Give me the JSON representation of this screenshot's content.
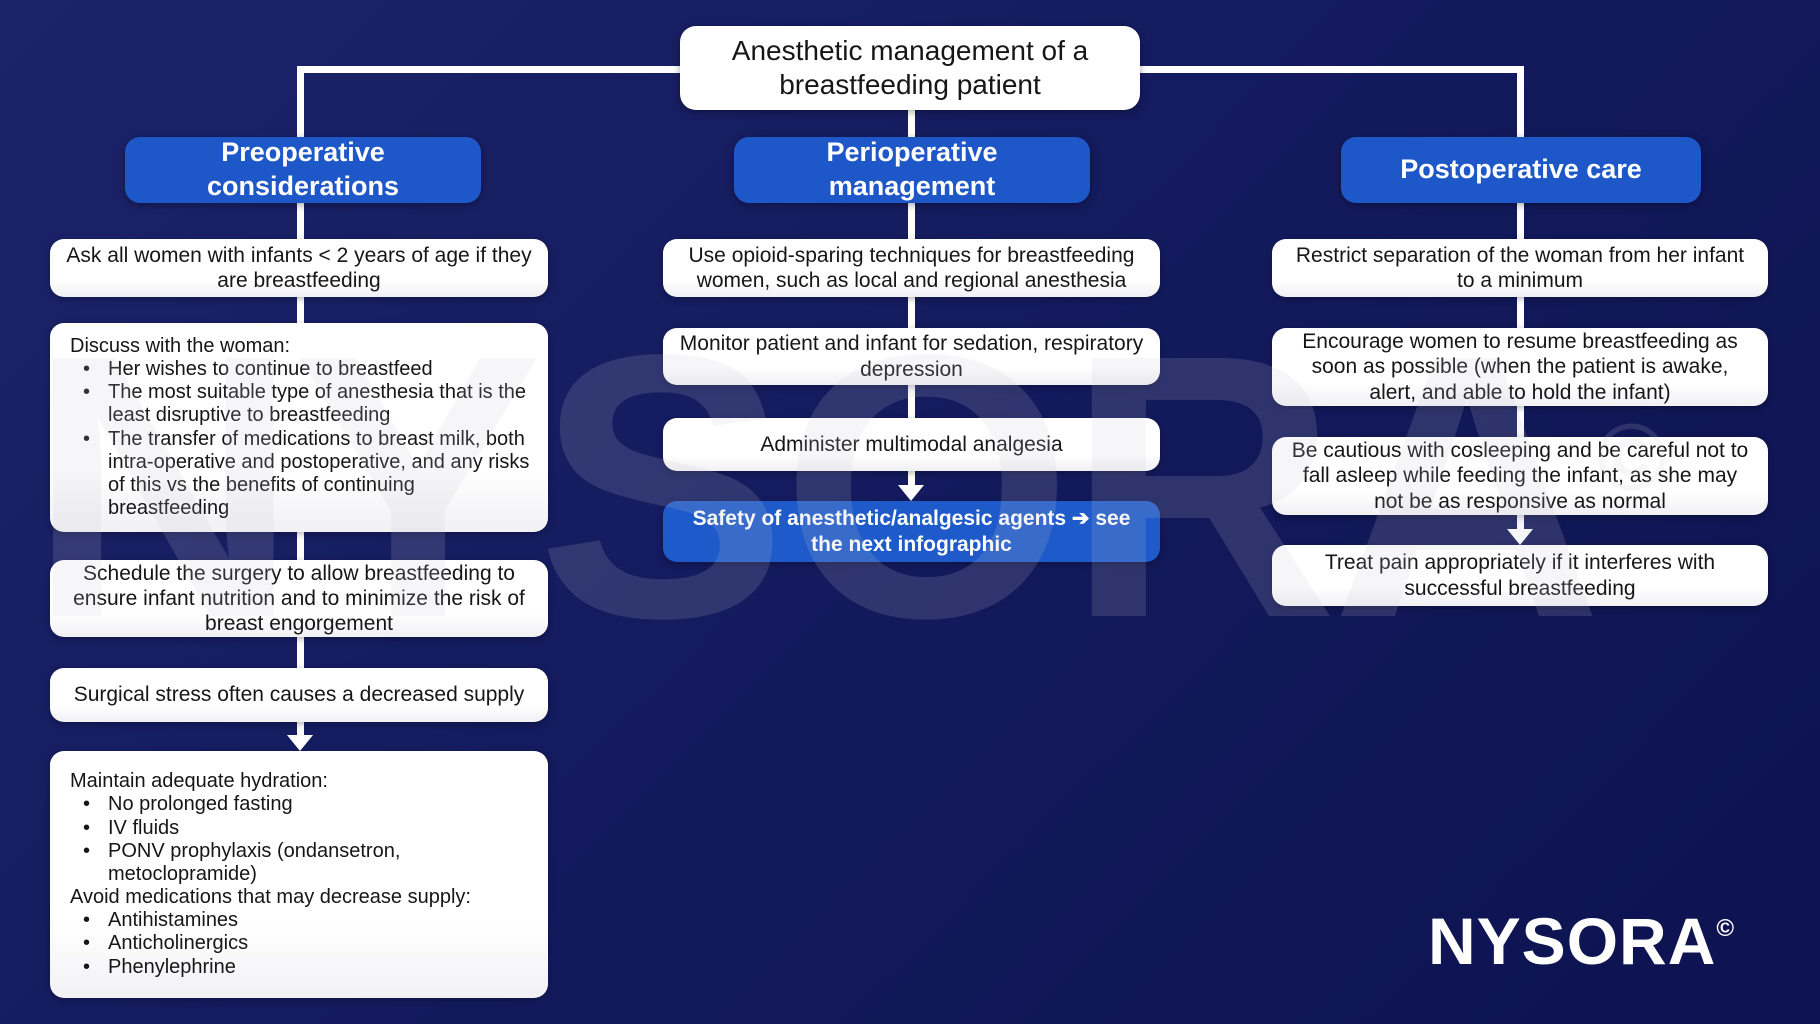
{
  "title": "Anesthetic management of a breastfeeding patient",
  "bullet_char": "•",
  "colors": {
    "background_navy": "#141b5e",
    "accent_blue": "#1e57c7",
    "box_white": "#ffffff",
    "connector_white": "#ffffff",
    "text_dark": "#161616"
  },
  "watermark": {
    "text": "NYSORA",
    "copyright_symbol": "©"
  },
  "brand_logo": {
    "text": "NYSORA",
    "copyright_symbol": "©"
  },
  "columns": [
    {
      "header": "Preoperative considerations",
      "boxes": [
        {
          "text": "Ask all women with infants < 2 years of age if they are breastfeeding"
        },
        {
          "intro": "Discuss with the woman:",
          "items": [
            "Her wishes to continue to breastfeed",
            "The most suitable type of anesthesia that is the least disruptive to breastfeeding",
            "The transfer of medications to breast milk, both intra-operative and postoperative, and any risks of this vs the benefits of continuing breastfeeding"
          ]
        },
        {
          "text": "Schedule the surgery to allow breastfeeding to ensure infant nutrition and to minimize the risk of breast engorgement"
        },
        {
          "text": "Surgical stress often causes a decreased supply"
        },
        {
          "intro": "Maintain adequate hydration:",
          "items": [
            "No prolonged fasting",
            "IV fluids",
            "PONV prophylaxis (ondansetron, metoclopramide)"
          ],
          "intro2": "Avoid medications that may decrease supply:",
          "items2": [
            "Antihistamines",
            "Anticholinergics",
            "Phenylephrine"
          ]
        }
      ]
    },
    {
      "header": "Perioperative management",
      "boxes": [
        {
          "text": "Use opioid-sparing techniques for breastfeeding women, such as local and regional anesthesia"
        },
        {
          "text": "Monitor patient and infant for sedation, respiratory depression"
        },
        {
          "text": "Administer multimodal analgesia"
        },
        {
          "text": "Safety of anesthetic/analgesic agents ➔ see the next infographic"
        }
      ]
    },
    {
      "header": "Postoperative care",
      "boxes": [
        {
          "text": "Restrict separation of the woman from her infant to a minimum"
        },
        {
          "text": "Encourage women to resume breastfeeding as soon as possible (when the patient is awake, alert, and able to hold the infant)"
        },
        {
          "text": "Be cautious with cosleeping and be careful not to fall asleep while feeding the infant, as she may not be as responsive as normal"
        },
        {
          "text": "Treat pain appropriately if it interferes with successful breastfeeding"
        }
      ]
    }
  ]
}
